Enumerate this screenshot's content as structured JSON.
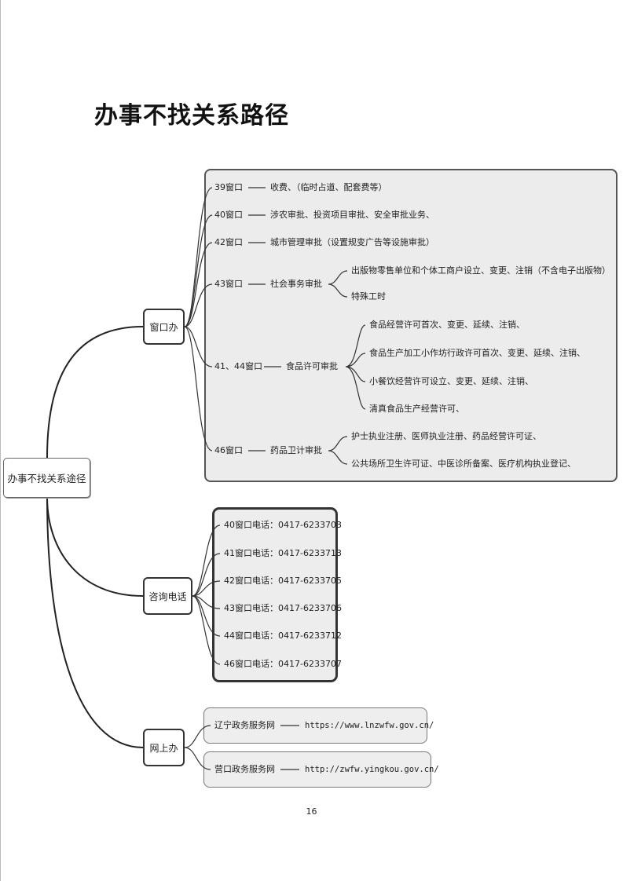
{
  "title": "办事不找关系路径",
  "root": "办事不找关系途径",
  "branches": {
    "window": {
      "label": "窗口办",
      "items": [
        {
          "window": "39窗口",
          "text": "收费、（临时占道、配套费等）"
        },
        {
          "window": "40窗口",
          "text": "涉农审批、投资项目审批、安全审批业务、"
        },
        {
          "window": "42窗口",
          "text": "城市管理审批（设置规变广告等设施审批）"
        },
        {
          "window": "43窗口",
          "text": "社会事务审批",
          "subs": [
            "出版物零售单位和个体工商户设立、变更、注销（不含电子出版物）",
            "特殊工时"
          ]
        },
        {
          "window": "41、44窗口",
          "text": "食品许可审批",
          "subs": [
            "食品经营许可首次、变更、延续、注销、",
            "食品生产加工小作坊行政许可首次、变更、延续、注销、",
            "小餐饮经营许可设立、变更、延续、注销、",
            "清真食品生产经营许可、"
          ]
        },
        {
          "window": "46窗口",
          "text": "药品卫计审批",
          "subs": [
            "护士执业注册、医师执业注册、药品经营许可证、",
            "公共场所卫生许可证、中医诊所备案、医疗机构执业登记、"
          ]
        }
      ]
    },
    "phone": {
      "label": "咨询电话",
      "items": [
        "40窗口电话：0417-6233703",
        "41窗口电话：0417-6233713",
        "42窗口电话：0417-6233705",
        "43窗口电话：0417-6233706",
        "44窗口电话：0417-6233712",
        "46窗口电话：0417-6233707"
      ]
    },
    "online": {
      "label": "网上办",
      "items": [
        {
          "name": "辽宁政务服务网",
          "url": "https://www.lnzwfw.gov.cn/"
        },
        {
          "name": "营口政务服务网",
          "url": "http://zwfw.yingkou.gov.cn/"
        }
      ]
    }
  },
  "page_number": "16"
}
